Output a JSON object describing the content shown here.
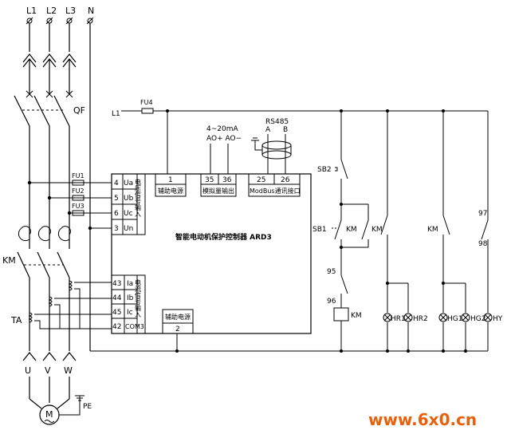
{
  "lines": {
    "l1": "L1",
    "l2": "L2",
    "l3": "L3",
    "n": "N"
  },
  "labels": {
    "qf": "QF",
    "km_main": "KM",
    "ta": "TA",
    "u": "U",
    "v": "V",
    "w": "W",
    "pe": "PE",
    "motor": "M",
    "l1_ctrl": "L1",
    "fu4": "FU4",
    "fu1": "FU1",
    "fu2": "FU2",
    "fu3": "FU3",
    "current_range": "4~20mA",
    "ao_pins": "AO+  AO−",
    "rs485": "RS485",
    "rs485_a": "A",
    "rs485_b": "B",
    "sb2": "SB2",
    "sb1": "SB1",
    "km_self": "KM",
    "km_col1": "KM",
    "km_col2": "KM",
    "n95": "95",
    "n96": "96",
    "km_coil": "KM",
    "n97": "97",
    "n98": "98",
    "hr1": "HR1",
    "hr2": "HR2",
    "hg1": "HG1",
    "hg2": "HG2",
    "hy": "HY",
    "watermark": "www.6x0.cn"
  },
  "device": {
    "title": "智能电动机保护控制器 ARD3",
    "term_aux": "1",
    "aux_power_top": "辅助电源",
    "term_35": "35",
    "term_36": "36",
    "analog_out": "模拟量输出",
    "term_25": "25",
    "term_26": "26",
    "modbus": "ModBus通讯接口",
    "v_terms": [
      "4",
      "5",
      "6",
      "3"
    ],
    "v_names": [
      "Ua",
      "Ub",
      "Uc",
      "Un"
    ],
    "voltage_signal": "电压信号输入",
    "i_terms": [
      "43",
      "44",
      "45",
      "42"
    ],
    "i_names": [
      "Ia",
      "Ib",
      "Ic",
      "COM3"
    ],
    "current_signal": "电流信号输入",
    "aux_power_bottom": "辅助电源",
    "term_2": "2"
  },
  "colors": {
    "line": "#000000",
    "watermark": "#e8600c"
  }
}
